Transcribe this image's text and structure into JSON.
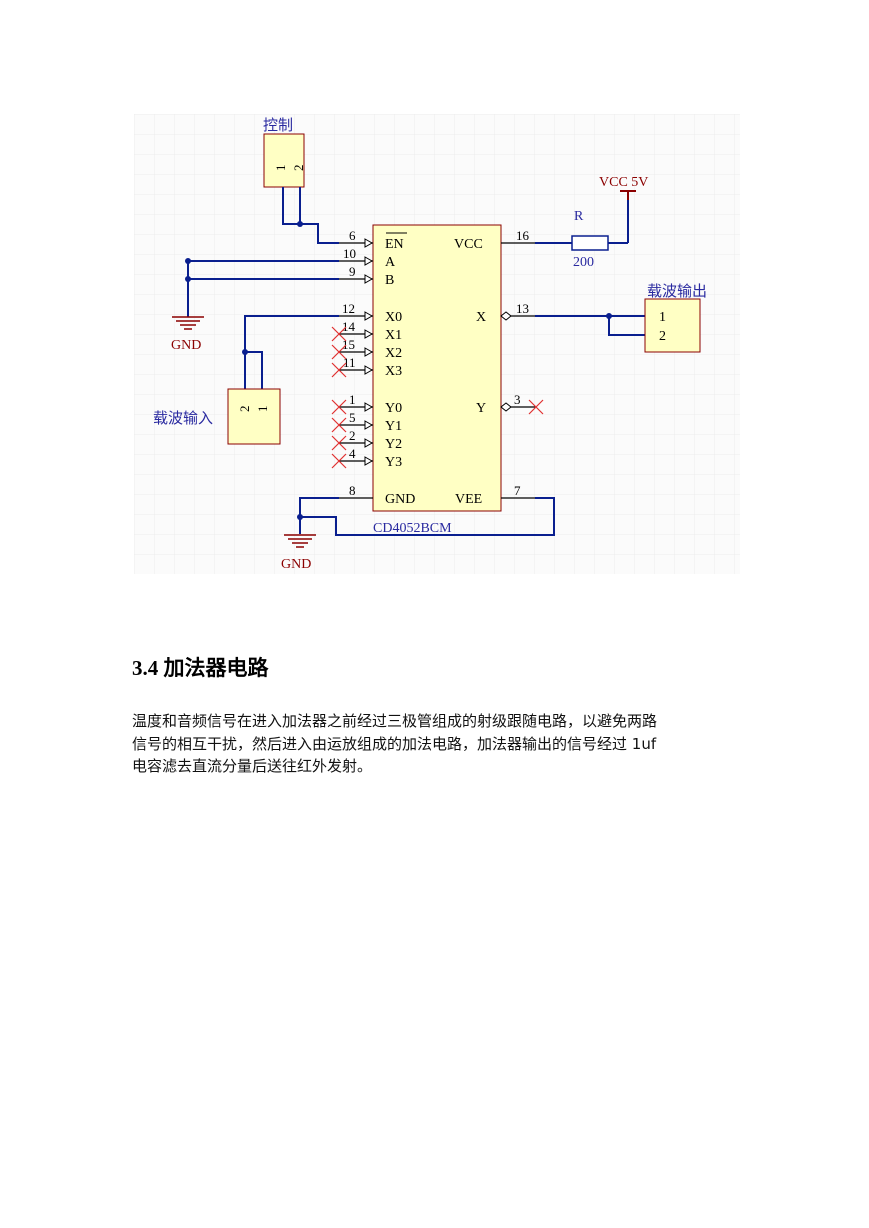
{
  "schematic": {
    "ic": {
      "part": "CD4052BCM",
      "left_pins": [
        {
          "num": "6",
          "name": "EN"
        },
        {
          "num": "10",
          "name": "A"
        },
        {
          "num": "9",
          "name": "B"
        },
        {
          "num": "12",
          "name": "X0"
        },
        {
          "num": "14",
          "name": "X1"
        },
        {
          "num": "15",
          "name": "X2"
        },
        {
          "num": "11",
          "name": "X3"
        },
        {
          "num": "1",
          "name": "Y0"
        },
        {
          "num": "5",
          "name": "Y1"
        },
        {
          "num": "2",
          "name": "Y2"
        },
        {
          "num": "4",
          "name": "Y3"
        },
        {
          "num": "8",
          "name": "GND"
        }
      ],
      "right_pins": [
        {
          "num": "16",
          "name": "VCC"
        },
        {
          "num": "13",
          "name": "X"
        },
        {
          "num": "3",
          "name": "Y"
        },
        {
          "num": "7",
          "name": "VEE"
        }
      ]
    },
    "control_connector": {
      "title": "控制",
      "pins": [
        "1",
        "2"
      ]
    },
    "carrier_in_connector": {
      "title": "载波输入",
      "pins": [
        "2",
        "1"
      ]
    },
    "carrier_out_connector": {
      "title": "载波输出",
      "pins": [
        "1",
        "2"
      ]
    },
    "resistor": {
      "ref": "R",
      "value": "200"
    },
    "vcc_label": "VCC 5V",
    "gnd_labels": [
      "GND",
      "GND"
    ]
  },
  "section": {
    "heading": "3.4 加法器电路",
    "paragraph_lines": [
      "温度和音频信号在进入加法器之前经过三极管组成的射级跟随电路，以避免两路",
      "信号的相互干扰，然后进入由运放组成的加法电路，加法器输出的信号经过 1uf",
      "电容滤去直流分量后送往红外发射。"
    ]
  },
  "colors": {
    "grid_background": "#fbfbfb",
    "grid_line": "#ececec",
    "wire": "#0a1f8f",
    "ic_fill": "#ffffc4",
    "ic_stroke": "#8b0000",
    "power_label": "#8b0000",
    "pin_text": "#000000",
    "title_text": "#2a2aa0",
    "noconnect": "#e03030"
  }
}
